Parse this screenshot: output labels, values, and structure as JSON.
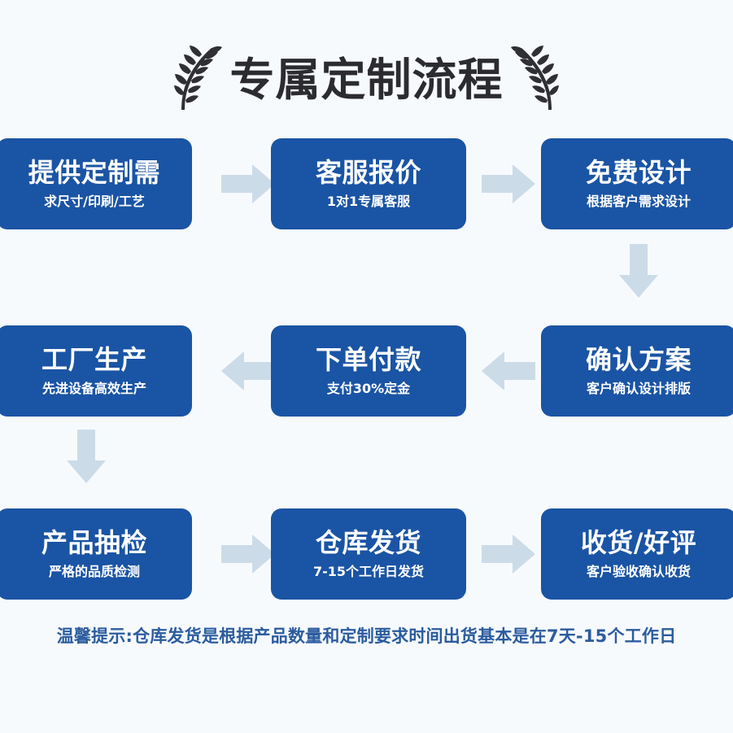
{
  "page": {
    "background_color": "#f7fafd",
    "box_color": "#1a54a4",
    "arrow_color": "#ccdbe8",
    "title_color": "#2b2b30",
    "footer_color": "#2b5c9e"
  },
  "header": {
    "title": "专属定制流程",
    "ornament_left": "laurel-branch-left",
    "ornament_right": "laurel-branch-right"
  },
  "rows": [
    {
      "direction": "right",
      "steps": [
        {
          "title": "提供定制需",
          "subtitle": "求尺寸/印刷/工艺"
        },
        {
          "title": "客服报价",
          "subtitle": "1对1专属客服"
        },
        {
          "title": "免费设计",
          "subtitle": "根据客户需求设计"
        }
      ]
    },
    {
      "direction": "left",
      "steps": [
        {
          "title": "工厂生产",
          "subtitle": "先进设备高效生产"
        },
        {
          "title": "下单付款",
          "subtitle": "支付30%定金"
        },
        {
          "title": "确认方案",
          "subtitle": "客户确认设计排版"
        }
      ]
    },
    {
      "direction": "right",
      "steps": [
        {
          "title": "产品抽检",
          "subtitle": "严格的品质检测"
        },
        {
          "title": "仓库发货",
          "subtitle": "7-15个工作日发货"
        },
        {
          "title": "收货/好评",
          "subtitle": "客户验收确认收货"
        }
      ]
    }
  ],
  "connectors": {
    "row1_to_row2": "arrow-down-right-column",
    "row2_to_row3": "arrow-down-left-column"
  },
  "footer": {
    "note": "温馨提示:仓库发货是根据产品数量和定制要求时间出货基本是在7天-15个工作日"
  }
}
